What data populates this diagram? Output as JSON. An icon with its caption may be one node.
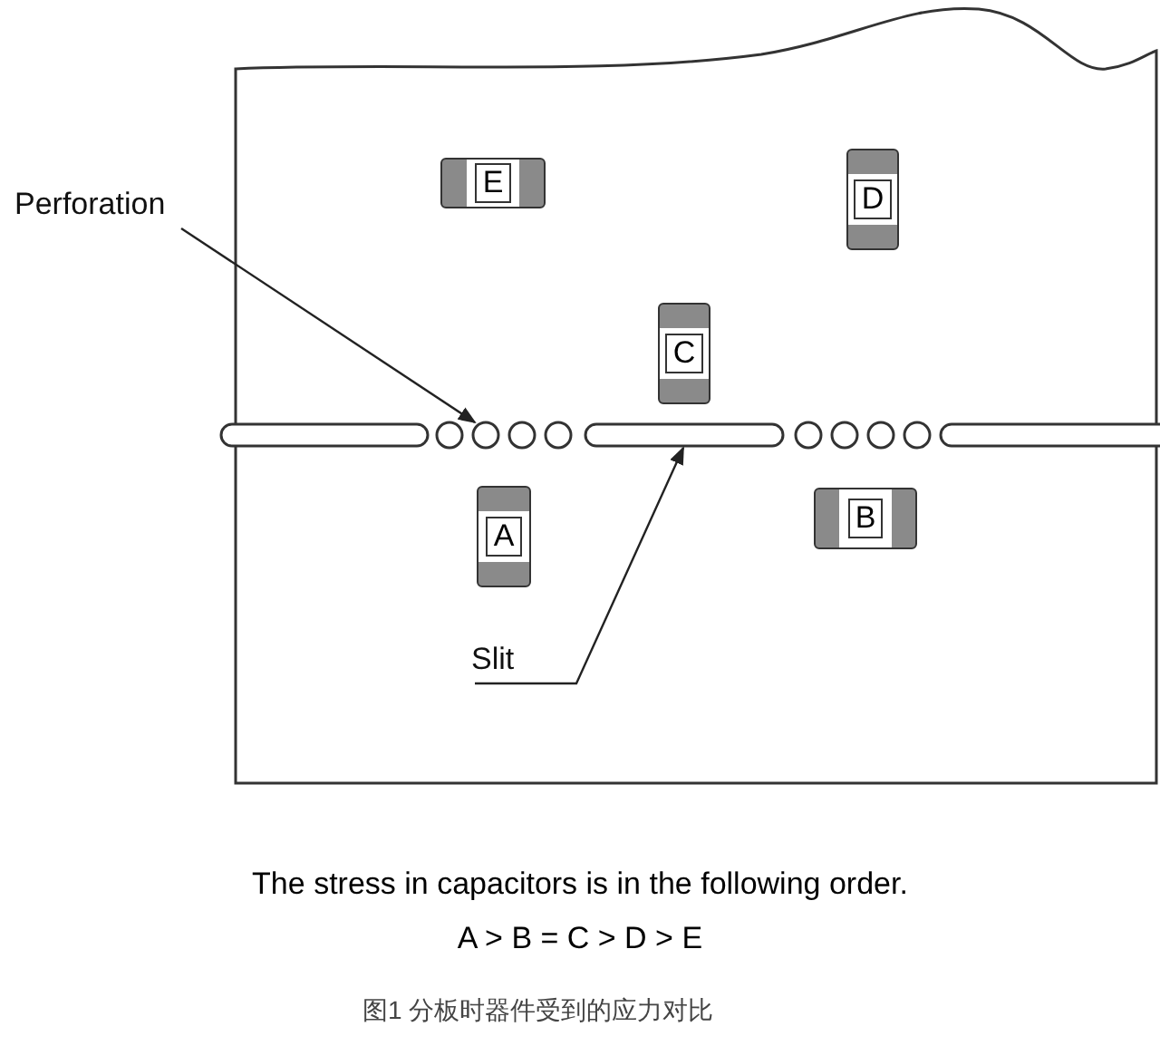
{
  "diagram": {
    "caption": "图1 分板时器件受到的应力对比",
    "nodes": [
      {
        "text": [
          "Perforation"
        ]
      },
      {
        "text": [
          "E"
        ]
      },
      {
        "text": [
          "D"
        ]
      },
      {
        "text": [
          "C"
        ]
      },
      {
        "text": [
          "A"
        ]
      },
      {
        "text": [
          "B"
        ]
      },
      {
        "text": [
          "Slit"
        ]
      },
      {
        "text": [],
        "shape": "circle"
      },
      {
        "text": [],
        "shape": "bar"
      }
    ],
    "edges": [
      {
        "from": 0,
        "to": 7,
        "arrow": "to"
      },
      {
        "from": 6,
        "to": 8,
        "arrow": "to"
      }
    ],
    "labels": [
      "The stress in capacitors is in the following order.",
      "A > B = C > D > E"
    ]
  }
}
